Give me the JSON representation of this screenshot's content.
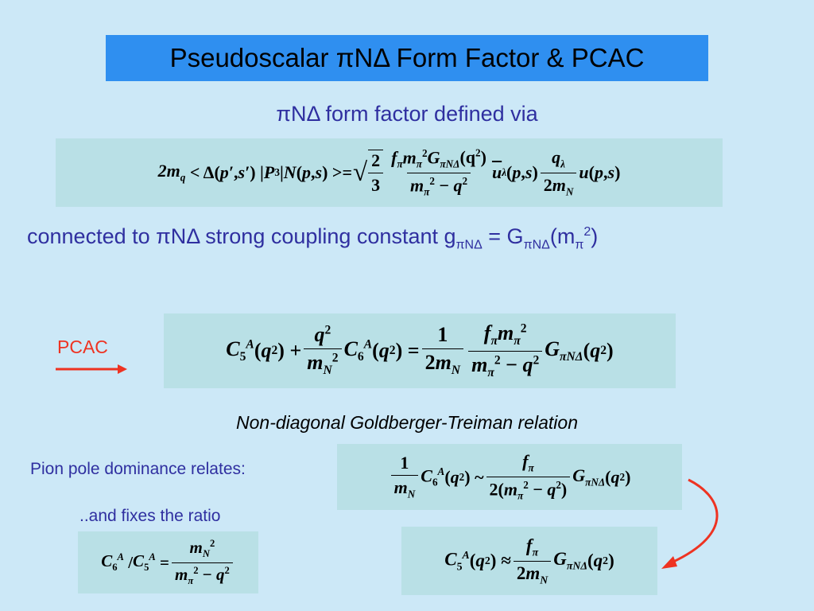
{
  "slide": {
    "title": "Pseudoscalar πNΔ Form Factor & PCAC",
    "subtitle": "πNΔ form factor defined via",
    "connected": {
      "prefix": "connected to πNΔ strong coupling constant g",
      "g_sub": "πNΔ",
      "eq": " = G",
      "G_sub": "πNΔ",
      "open": "(m",
      "m_sub": "π",
      "m_sup": "2",
      "close": ")"
    },
    "pcac_label": "PCAC",
    "gt_caption": "Non-diagonal Goldberger-Treiman relation",
    "pion_pole": "Pion pole dominance relates:",
    "fixes_ratio": "..and fixes the ratio"
  },
  "colors": {
    "background": "#cce8f7",
    "title_bar": "#2f8ff0",
    "formula_box": "#b9e0e6",
    "text_blue": "#2f2fa0",
    "accent_red": "#ee3322"
  }
}
